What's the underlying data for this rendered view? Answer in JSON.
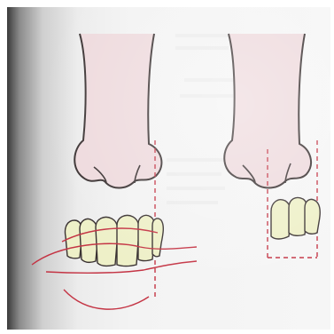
{
  "figure": {
    "panels": [
      {
        "name": "left-panel",
        "content": "nose-and-upper-teeth-with-curves"
      },
      {
        "name": "right-panel",
        "content": "nose-and-front-teeth-in-box"
      }
    ],
    "colors": {
      "nose_fill": "#eedadd",
      "outline": "#3a3232",
      "teeth_fill": "#eef0c8",
      "guide_red": "#c43444",
      "page_shadow": "#3a3a3a",
      "page_background": "#f6f6f6"
    }
  }
}
